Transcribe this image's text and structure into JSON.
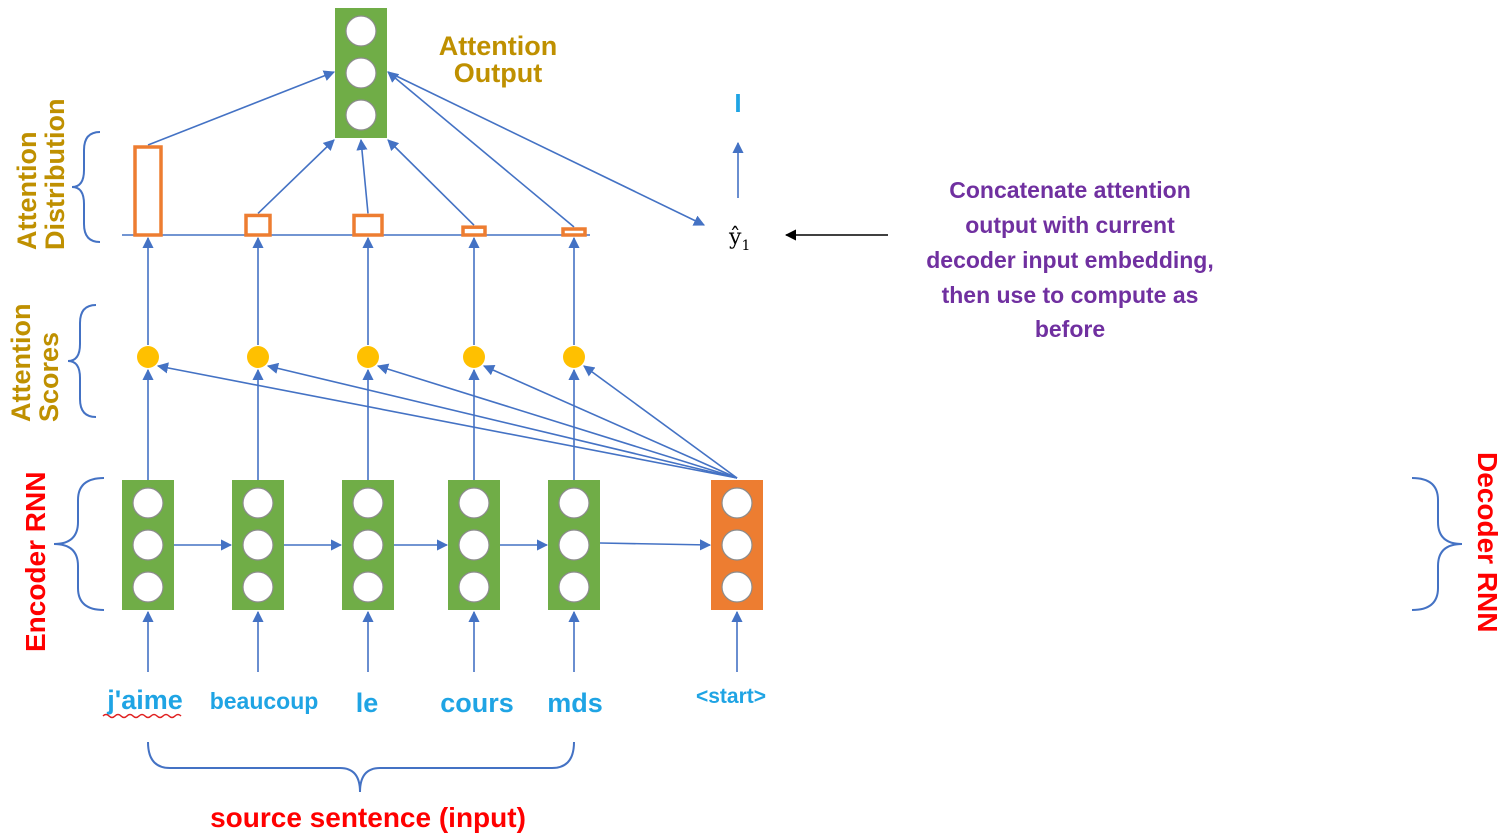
{
  "labels": {
    "attention_output": [
      "Attention",
      "Output"
    ],
    "attention_distribution": [
      "Attention",
      "Distribution"
    ],
    "attention_scores": [
      "Attention",
      "Scores"
    ],
    "encoder_rnn": "Encoder RNN",
    "decoder_rnn": "Decoder RNN",
    "source_sentence": "source sentence (input)",
    "output_word": "I",
    "y_hat": "ŷ",
    "y_sub": "1",
    "note": [
      "Concatenate attention",
      "output with current",
      "decoder input embedding,",
      "then use to compute as",
      "before"
    ]
  },
  "source_words": [
    "j'aime",
    "beaucoup",
    "le",
    "cours",
    "mds"
  ],
  "decoder_input": "<start>",
  "attention_weights": [
    0.9,
    0.2,
    0.2,
    0.08,
    0.06
  ],
  "colors": {
    "encoder_box": "#70ad47",
    "decoder_box": "#ed7d31",
    "attention_bar": "#ed7d31",
    "score_dot": "#ffc000",
    "arrow": "#4472c4",
    "label_gold": "#bf9000",
    "label_red": "#ff0000",
    "word_blue": "#1fa4e4",
    "note_purple": "#7030a0",
    "output_box": "#70ad47"
  }
}
